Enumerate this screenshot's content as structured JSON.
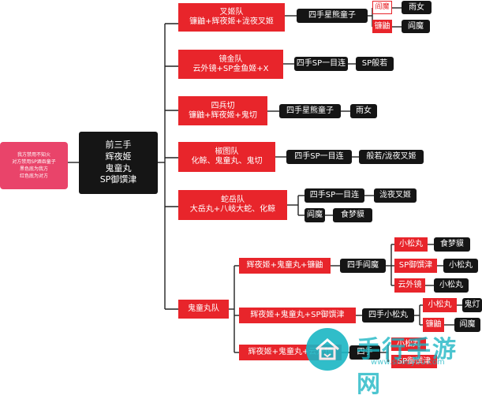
{
  "legend": [
    "我方禁用不知火",
    "对方禁用SP酒吞童子",
    "黑色底为我方",
    "红色底为对方"
  ],
  "root": [
    "前三手",
    "辉夜姬",
    "鬼童丸",
    "SP御馔津"
  ],
  "teams": {
    "t1": [
      "叉姬队",
      "镰鼬+辉夜姬+泷夜叉姬"
    ],
    "t2": [
      "镜金队",
      "云外镜+SP金鱼姬+X"
    ],
    "t3": [
      "四兵切",
      "镰鼬+辉夜姬+鬼切"
    ],
    "t4": [
      "椒图队",
      "化鲸、鬼童丸、鬼切"
    ],
    "t5": [
      "蛇岳队",
      "大岳丸+八岐大蛇、化鲸"
    ],
    "t6": [
      "鬼童丸队"
    ]
  },
  "nodes": {
    "t1_pick": "四手星熊童子",
    "t1_a": "阎魔",
    "t1_a_end": "雨女",
    "t1_b": "镰鼬",
    "t1_b_end": "阎魔",
    "t2_pick": "四手SP一目连",
    "t2_end": "SP般若",
    "t3_pick": "四手星熊童子",
    "t3_end": "雨女",
    "t4_pick": "四手SP一目连",
    "t4_end": "般若/泷夜叉姬",
    "t5_pick": "四手SP一目连",
    "t5_pick_end": "泷夜叉姬",
    "t5_b": "阎魔",
    "t5_b_end": "食梦貘",
    "s1": "辉夜姬+鬼童丸+镰鼬",
    "s1_pick": "四手阎魔",
    "s1_a": "小松丸",
    "s1_a_end": "食梦貘",
    "s1_b": "SP御馔津",
    "s1_b_end": "小松丸",
    "s1_c": "云外镜",
    "s1_c_end": "小松丸",
    "s2": "辉夜姬+鬼童丸+SP御馔津",
    "s2_pick": "四手小松丸",
    "s2_a": "小松丸",
    "s2_a_end": "鬼灯",
    "s2_b": "镰鼬",
    "s2_b_end": "阎魔",
    "s3": "辉夜姬+鬼童丸+云外镜",
    "s3_pick": "四手",
    "s3_a": "小松丸",
    "s3_b": "SP御馔津"
  },
  "watermark": {
    "brand": "手行手游网",
    "url": "www.shouyou.com"
  },
  "colors": {
    "red": "#e8252b",
    "black": "#151515",
    "pink": "#e9446a",
    "line": "#222222",
    "watermark": "#1ab6c4"
  }
}
